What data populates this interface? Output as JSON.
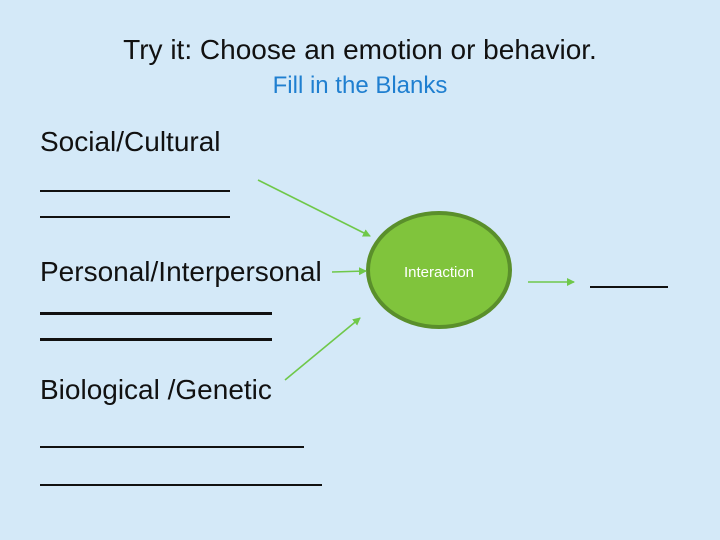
{
  "title": "Try it: Choose an emotion or behavior.",
  "subtitle": "Fill in the Blanks",
  "factors": [
    {
      "label": "Social/Cultural"
    },
    {
      "label": "Personal/Interpersonal"
    },
    {
      "label": "Biological /Genetic"
    }
  ],
  "center_node": {
    "label": "Interaction"
  },
  "colors": {
    "background": "#d4e9f8",
    "subtitle": "#1f7fd0",
    "node_fill": "#80c43c",
    "node_border": "#5a8f2b",
    "arrow": "#6fc84a"
  }
}
